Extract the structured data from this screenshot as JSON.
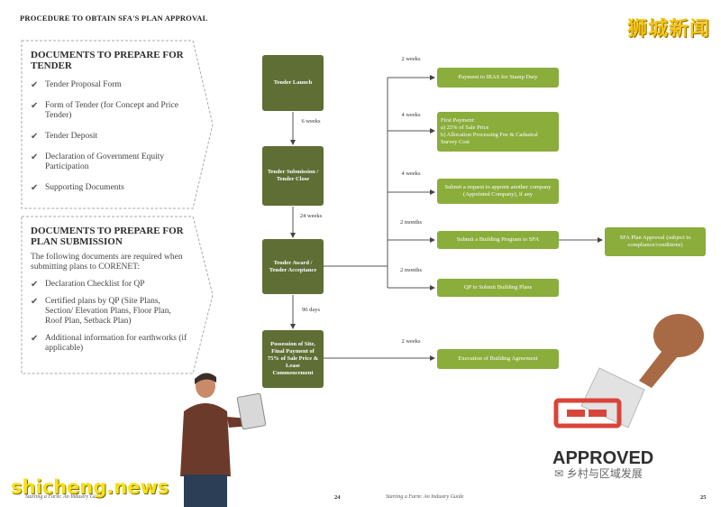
{
  "page_title": "PROCEDURE TO OBTAIN SFA'S PLAN APPROVAL",
  "logo_text": "狮城新闻",
  "watermark_left": "shicheng.news",
  "watermark_right": "乡村与区域发展",
  "stamp_text": "APPROVED",
  "tender_panel": {
    "heading": "DOCUMENTS TO PREPARE FOR TENDER",
    "items": [
      "Tender Proposal Form",
      "Form of Tender (for Concept and Price Tender)",
      "Tender Deposit",
      "Declaration of Government Equity Participation",
      "Supporting Documents"
    ]
  },
  "plan_panel": {
    "heading": "DOCUMENTS TO PREPARE FOR PLAN SUBMISSION",
    "intro": "The following documents are required when submitting plans to CORENET:",
    "items": [
      "Declaration Checklist for QP",
      "Certified plans by QP (Site Plans, Section/ Elevation Plans, Floor Plan, Roof Plan, Setback Plan)",
      "Additional information for earthworks (if applicable)"
    ]
  },
  "flow": {
    "steps": [
      "Tender Launch",
      "Tender Submission / Tender Close",
      "Tender Award / Tender Acceptance",
      "Possession of Site, Final Payment of 75% of Sale Price & Lease Commencement"
    ],
    "main_intervals": [
      "6 weeks",
      "24 weeks",
      "90 days"
    ],
    "actions": [
      "Payment to IRAS for Stamp Duty",
      "First Payment:\na) 25% of Sale Price\nb) Allocation Processing Fee & Cadastral Survey Cost",
      "Submit a request to appoint another company (Appointed Company), if any",
      "Submit a Building Program to SFA",
      "QP to Submit Building Plans",
      "Execution of Building Agreement"
    ],
    "action_intervals": [
      "2 weeks",
      "4 weeks",
      "4 weeks",
      "2 months",
      "2 months",
      "2 weeks"
    ],
    "final_action": "SFA Plan Approval (subject to compliance/conditions)"
  },
  "footer": {
    "left_page": "24",
    "right_page": "25",
    "left_caption": "Starting a Farm: An Industry Guide",
    "right_caption": "Starting a Farm: An Industry Guide"
  },
  "colors": {
    "step_fill": "#5e6e34",
    "action_fill": "#8aad3c",
    "logo_yellow": "#f5c518",
    "stamp_red": "#d9443a"
  }
}
